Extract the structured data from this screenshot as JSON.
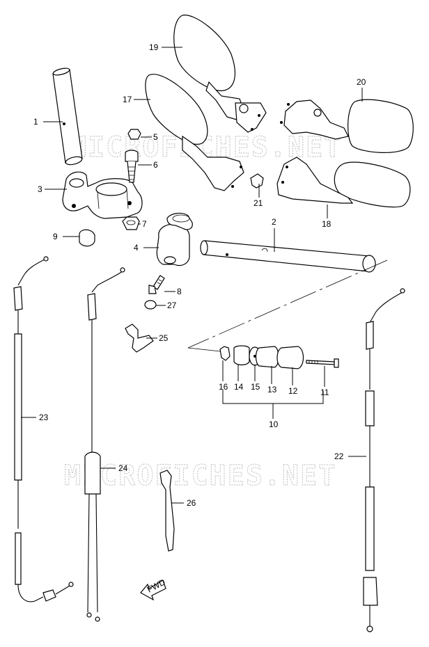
{
  "watermark": {
    "text_top": "MICROFICHES.NET",
    "text_bottom": "MICROFICHES.NET"
  },
  "fwd_label": "FWD",
  "callouts": {
    "p1": "1",
    "p2": "2",
    "p3": "3",
    "p4": "4",
    "p5": "5",
    "p6": "6",
    "p7": "7",
    "p8": "8",
    "p9": "9",
    "p10": "10",
    "p11": "11",
    "p12": "12",
    "p13": "13",
    "p14": "14",
    "p15": "15",
    "p16": "16",
    "p17": "17",
    "p18": "18",
    "p19": "19",
    "p20": "20",
    "p21": "21",
    "p22": "22",
    "p23": "23",
    "p24": "24",
    "p25": "25",
    "p26": "26",
    "p27": "27"
  }
}
